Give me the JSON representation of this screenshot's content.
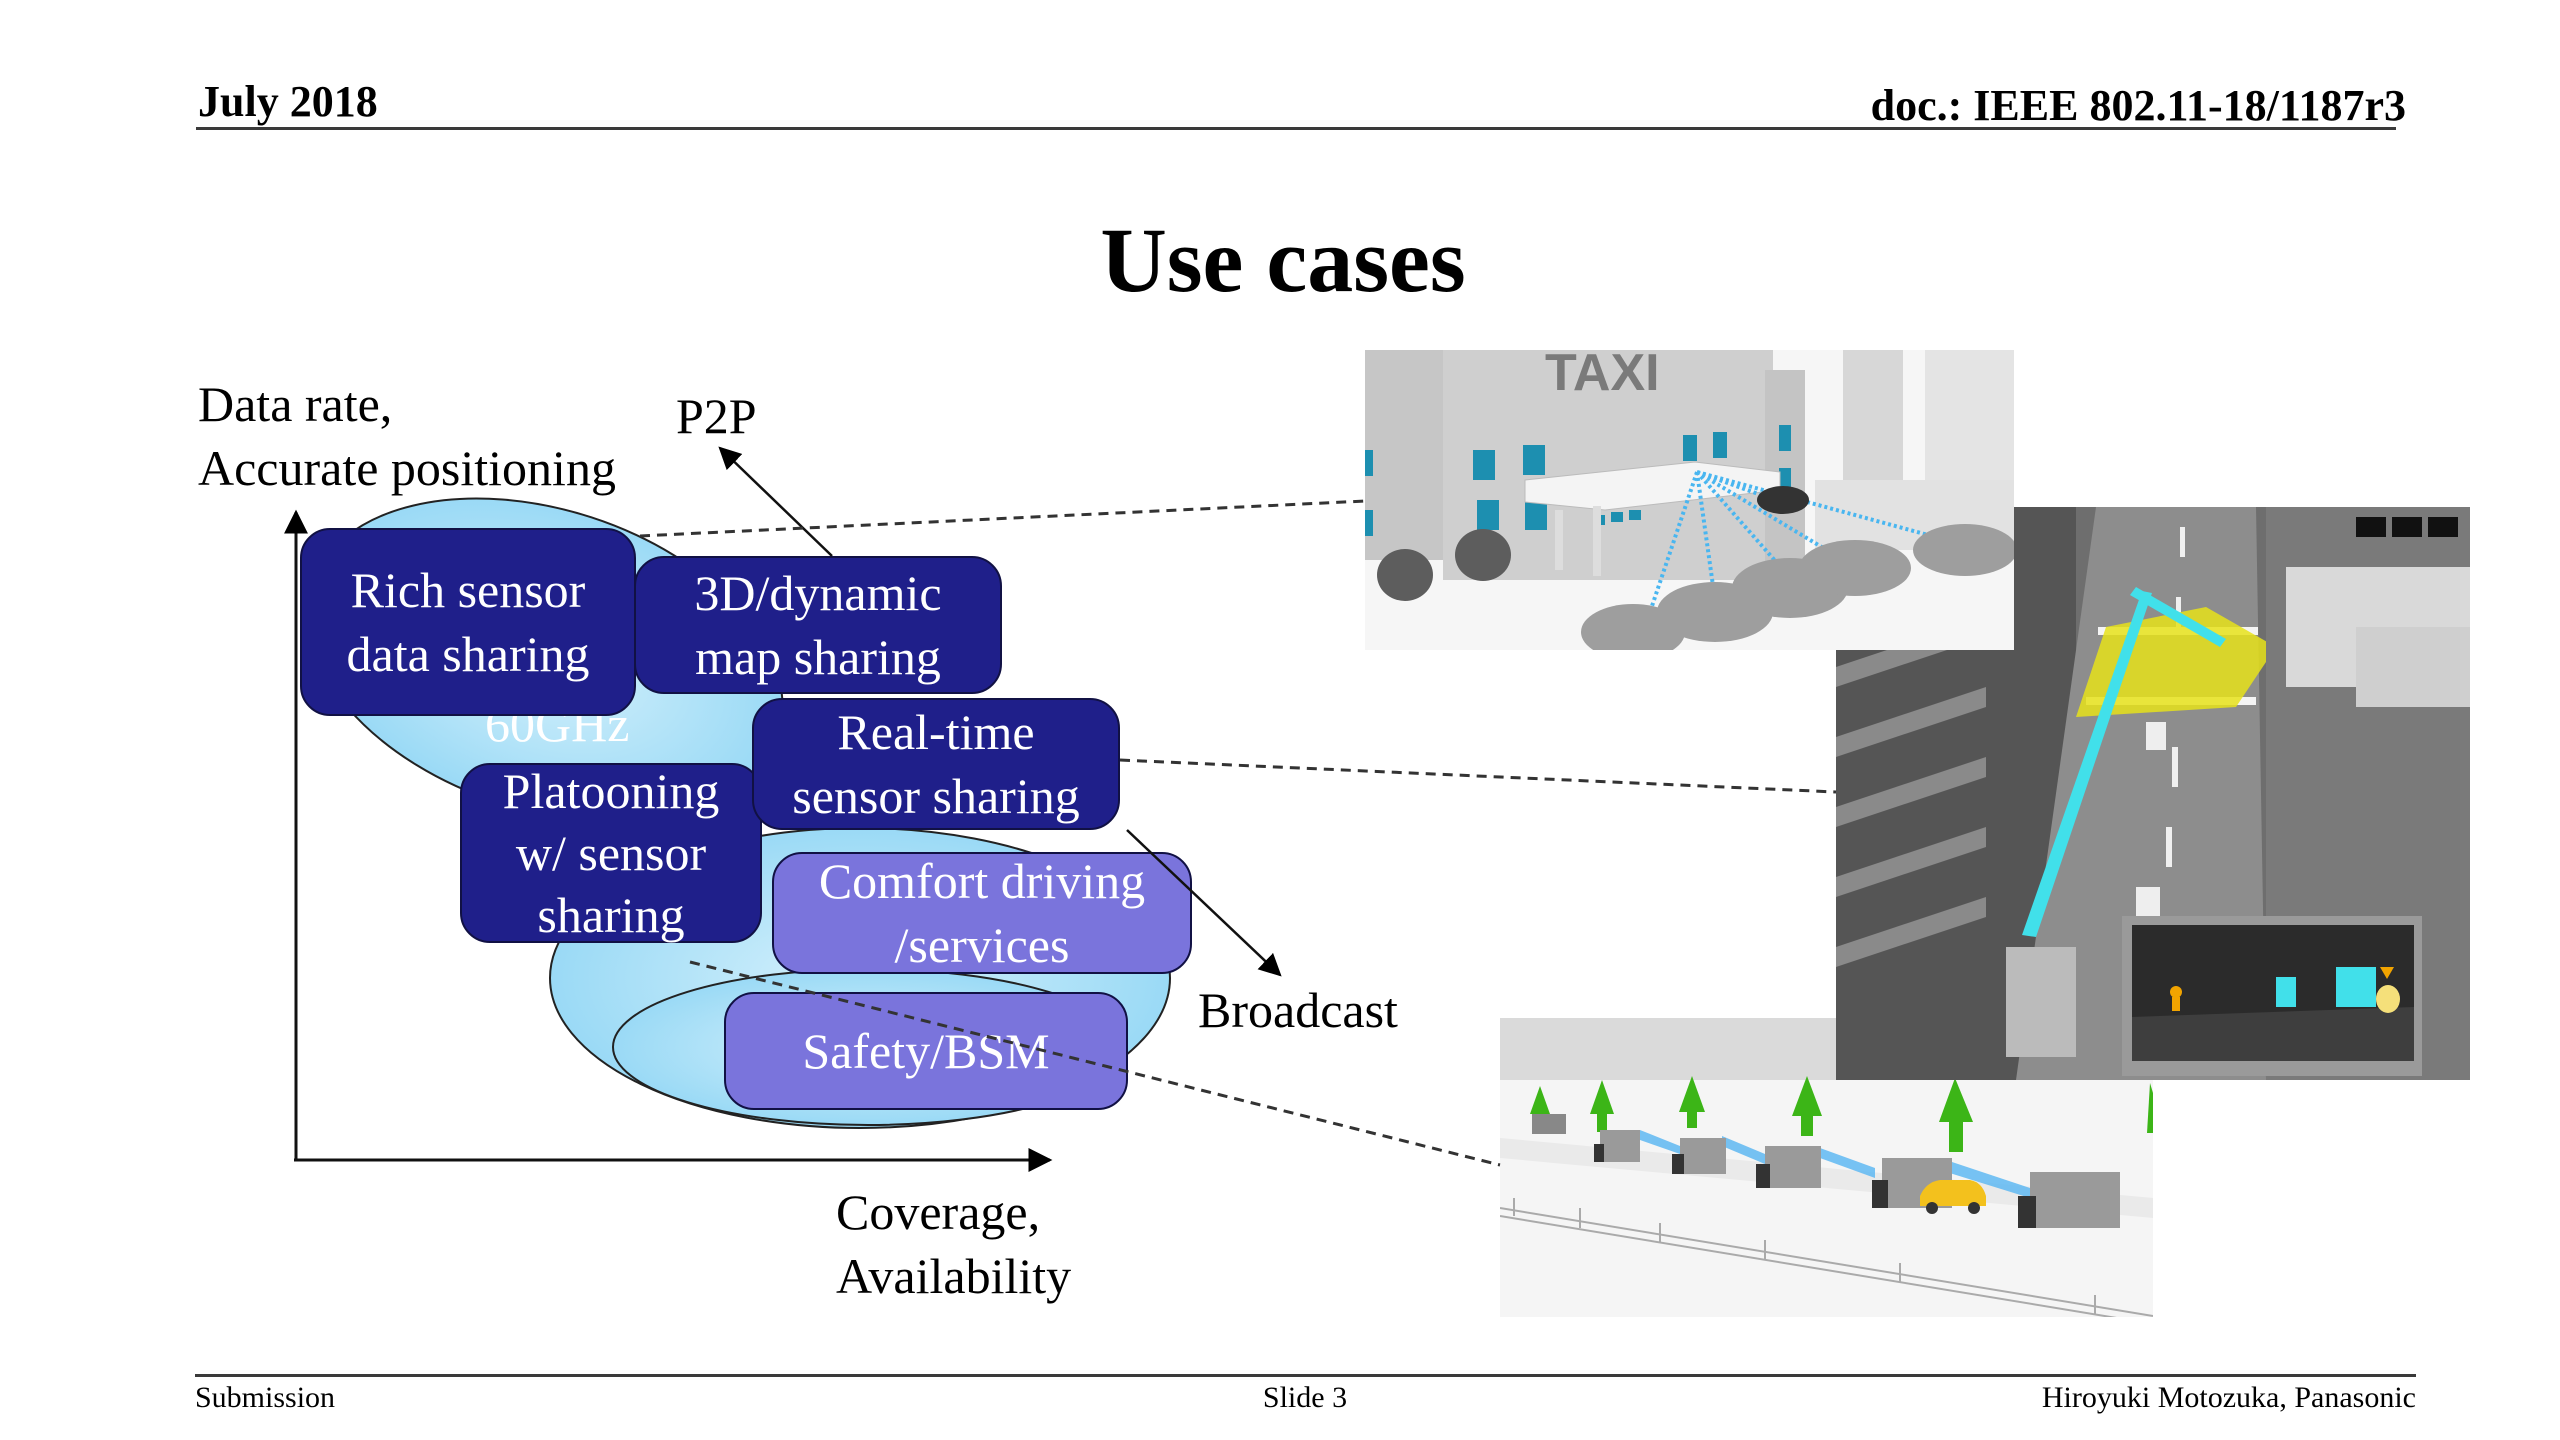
{
  "header": {
    "date": "July 2018",
    "doc_id": "doc.: IEEE 802.11-18/1187r3"
  },
  "slide": {
    "title": "Use cases"
  },
  "diagram": {
    "y_axis_label_line1": "Data rate,",
    "y_axis_label_line2": "Accurate positioning",
    "x_axis_label_line1": "Coverage,",
    "x_axis_label_line2": "Availability",
    "p2p_label": "P2P",
    "broadcast_label": "Broadcast",
    "band_60ghz_label": "60GHz",
    "colors": {
      "dark_box": "#1f1f8a",
      "light_box": "#7a74dc",
      "ellipse_fill": "#b5e5f9",
      "ellipse_fill_edge": "#8fd6f5"
    },
    "use_cases": [
      {
        "id": "rich-sensor",
        "line1": "Rich sensor",
        "line2": "data sharing",
        "line3": "",
        "style": "dark"
      },
      {
        "id": "3d-map",
        "line1": "3D/dynamic",
        "line2": "map sharing",
        "line3": "",
        "style": "dark"
      },
      {
        "id": "real-time",
        "line1": "Real-time",
        "line2": "sensor sharing",
        "line3": "",
        "style": "dark"
      },
      {
        "id": "platooning",
        "line1": "Platooning",
        "line2": "w/ sensor",
        "line3": "sharing",
        "style": "dark"
      },
      {
        "id": "comfort",
        "line1": "Comfort driving",
        "line2": "/services",
        "line3": "",
        "style": "light"
      },
      {
        "id": "safety",
        "line1": "Safety/BSM",
        "line2": "",
        "line3": "",
        "style": "light"
      }
    ]
  },
  "illustrations": {
    "taxi_sign": "TAXI",
    "taxi_scene": "Taxi stand with V2X links to parked taxis",
    "city_scene": "Urban intersection with infrastructure sensor sharing",
    "highway_scene": "Truck platooning on highway"
  },
  "footer": {
    "left": "Submission",
    "center": "Slide 3",
    "right": "Hiroyuki Motozuka, Panasonic"
  }
}
